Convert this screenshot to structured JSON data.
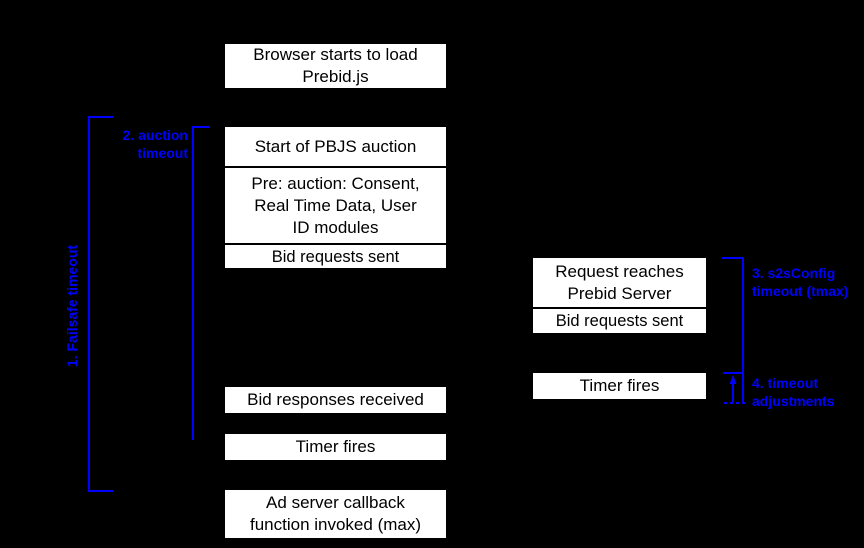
{
  "colors": {
    "background": "#000000",
    "accent": "#0000ff",
    "box_background": "#ffffff",
    "box_text": "#000000"
  },
  "diagram": {
    "boxes": {
      "browser_load": "Browser starts to load\nPrebid.js",
      "auction_start": "Start of PBJS auction",
      "pre_auction": "Pre: auction: Consent,\nReal Time Data, User\nID modules",
      "bid_requests_sent": "Bid requests sent",
      "bid_responses_received": "Bid responses received",
      "timer_fires": "Timer fires",
      "ad_server_callback": "Ad server callback\nfunction invoked (max)",
      "request_reaches_server": "Request reaches\nPrebid Server",
      "server_bid_requests_sent": "Bid requests sent",
      "server_timer_fires": "Timer fires"
    },
    "labels": {
      "failsafe_timeout": "1. Failsafe timeout",
      "auction_timeout": "2. auction\ntimeout",
      "s2s_timeout": "3. s2sConfig\ntimeout (tmax)",
      "timeout_adjustments": "4. timeout\nadjustments"
    }
  }
}
